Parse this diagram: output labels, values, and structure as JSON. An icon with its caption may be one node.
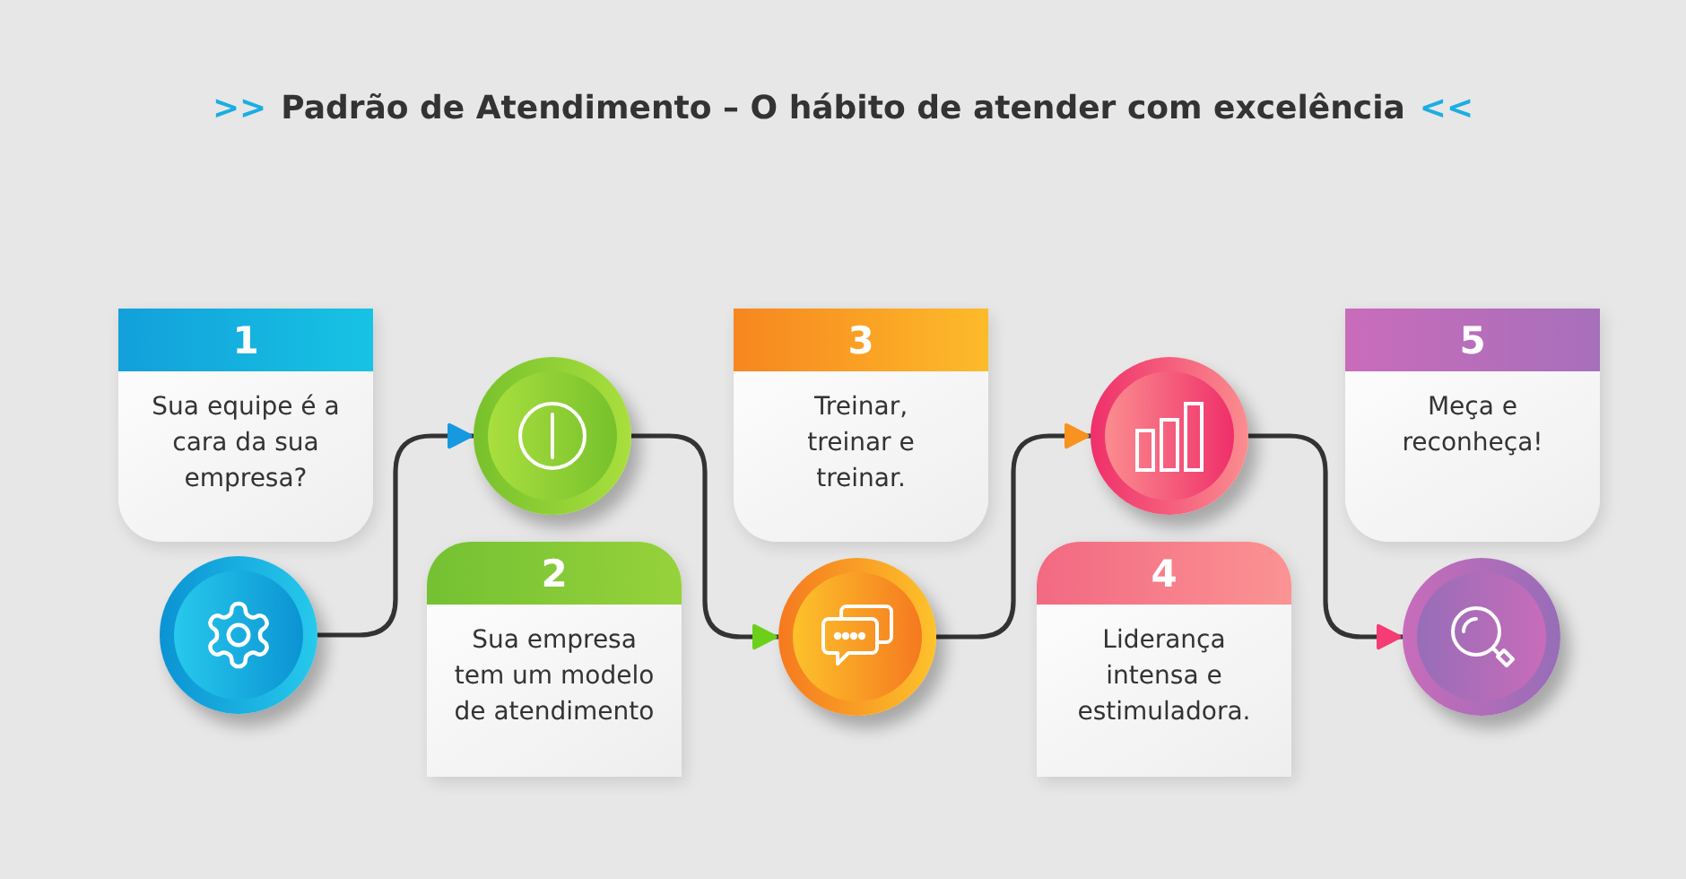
{
  "diagram": {
    "title": "Padrão de Atendimento – O hábito de atender com excelência",
    "nodes": [
      {
        "text": [
          "1",
          "Sua equipe é a cara da sua empresa?"
        ]
      },
      {
        "text": [],
        "shape": "circle"
      },
      {
        "text": [
          "2",
          "Sua empresa tem um modelo de atendimento"
        ]
      },
      {
        "text": [],
        "shape": "circle"
      },
      {
        "text": [
          "3",
          "Treinar, treinar e treinar."
        ]
      },
      {
        "text": [],
        "shape": "circle"
      },
      {
        "text": [
          "4",
          "Liderança intensa e estimuladora."
        ]
      },
      {
        "text": [],
        "shape": "circle"
      },
      {
        "text": [
          "5",
          "Meça e reconheça!"
        ]
      },
      {
        "text": [],
        "shape": "circle"
      }
    ],
    "edges": [
      {
        "from": 1,
        "to": 3,
        "arrow": "to"
      },
      {
        "from": 3,
        "to": 5,
        "arrow": "to"
      },
      {
        "from": 5,
        "to": 7,
        "arrow": "to"
      },
      {
        "from": 7,
        "to": 9,
        "arrow": "to"
      }
    ],
    "labels": [
      ">>",
      "<<"
    ]
  }
}
